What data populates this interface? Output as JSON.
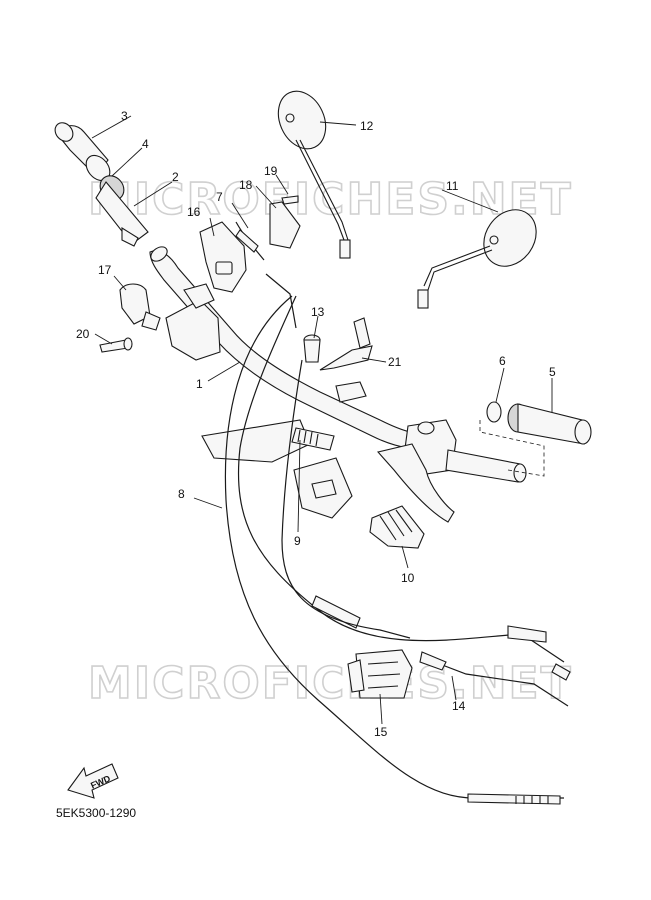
{
  "watermark": "MICROFICHES.NET",
  "diagram_code": "5EK5300-1290",
  "fwd_label": "FWD",
  "callouts": {
    "p1": "1",
    "p2": "2",
    "p3": "3",
    "p4": "4",
    "p5": "5",
    "p6": "6",
    "p7": "7",
    "p8": "8",
    "p9": "9",
    "p10": "10",
    "p11": "11",
    "p12": "12",
    "p13": "13",
    "p14": "14",
    "p15": "15",
    "p16": "16",
    "p17": "17",
    "p18": "18",
    "p19": "19",
    "p20": "20",
    "p21": "21"
  }
}
